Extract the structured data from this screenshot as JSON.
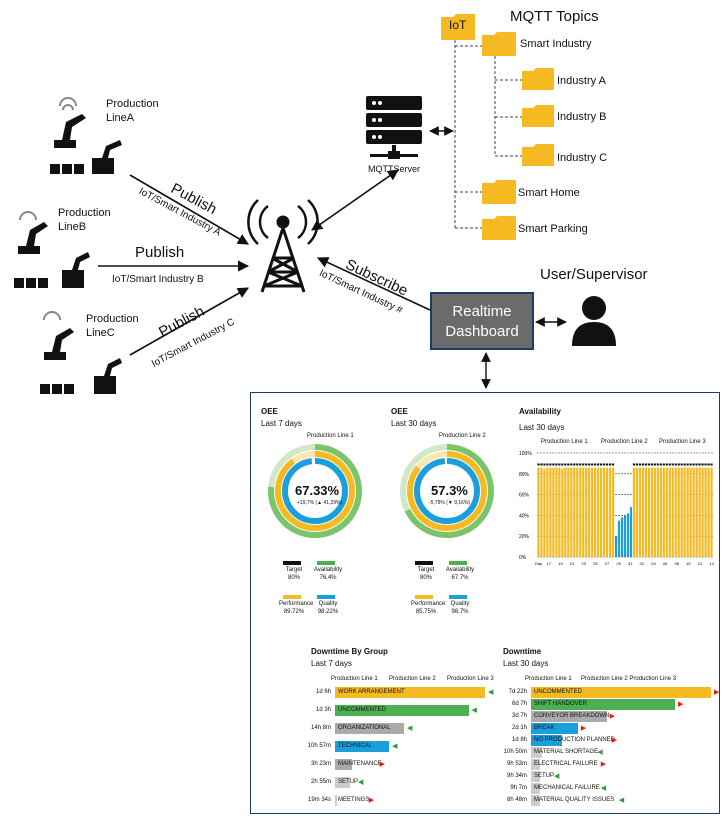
{
  "diagram": {
    "topics_title": "MQTT Topics",
    "tree": {
      "root": "IoT",
      "smart_industry": "Smart Industry",
      "industry_a": "Industry A",
      "industry_b": "Industry B",
      "industry_c": "Industry C",
      "smart_home": "Smart Home",
      "smart_parking": "Smart Parking"
    },
    "server_label": "MQTTServer",
    "line_a": "Production LineA",
    "line_b": "Production LineB",
    "line_c": "Production LineC",
    "publish": "Publish",
    "topic_a": "IoT/Smart Industry A",
    "topic_b": "IoT/Smart Industry B",
    "topic_c": "IoT/Smart Industry C",
    "subscribe": "Subscribe",
    "topic_sub": "IoT/Smart Industry #",
    "dashboard_l1": "Realtime",
    "dashboard_l2": "Dashboard",
    "user_label": "User/Supervisor"
  },
  "dashboard": {
    "oee7": {
      "title": "OEE",
      "subtitle": "Last 7 days",
      "line": "Production Line 1",
      "value": "67.33%",
      "delta": "+19,7% (▲ 41,29%)",
      "legend": [
        {
          "name": "Target",
          "value": "80%",
          "color": "#111111"
        },
        {
          "name": "Availability",
          "value": "76,4%",
          "color": "#4caf50"
        },
        {
          "name": "Performance",
          "value": "89.72%",
          "color": "#f5b921"
        },
        {
          "name": "Quality",
          "value": "98.22%",
          "color": "#1a9fdb"
        }
      ]
    },
    "oee30": {
      "title": "OEE",
      "subtitle": "Last 30 days",
      "line": "Production Line 2",
      "value": "57.3%",
      "delta": "-5,78% (▼ 9,16%)",
      "legend": [
        {
          "name": "Target",
          "value": "80%",
          "color": "#111111"
        },
        {
          "name": "Availability",
          "value": "67.7%",
          "color": "#4caf50"
        },
        {
          "name": "Performance",
          "value": "85,75%",
          "color": "#f5b921"
        },
        {
          "name": "Quality",
          "value": "98,7%",
          "color": "#1a9fdb"
        }
      ]
    },
    "availability": {
      "title": "Availability",
      "subtitle": "Last 30 days",
      "lines": [
        "Production Line 1",
        "Production Line 2",
        "Production Line 3"
      ],
      "y_ticks": [
        "100%",
        "80%",
        "60%",
        "40%",
        "20%",
        "0%"
      ],
      "x_ticks": [
        "Day",
        "17",
        "19",
        "21",
        "23",
        "25",
        "27",
        "29",
        "31",
        "02",
        "04",
        "06",
        "08",
        "10",
        "12",
        "14"
      ]
    },
    "downtime_group": {
      "title": "Downtime By Group",
      "subtitle": "Last 7 days",
      "lines": [
        "Production Line 1",
        "Production Line 2",
        "Production Line 3"
      ]
    },
    "downtime": {
      "title": "Downtime",
      "subtitle": "Last 30 days",
      "lines": [
        "Production Line 1",
        "Production Line 2 Production Line 3"
      ]
    }
  },
  "chart_data": [
    {
      "type": "bar",
      "title": "Availability",
      "subtitle": "Last 30 days",
      "ylim": [
        0,
        100
      ],
      "values": [
        86,
        86,
        85,
        86,
        86,
        86,
        86,
        86,
        85,
        86,
        86,
        86,
        86,
        86,
        86,
        86,
        86,
        86,
        86,
        86,
        86,
        86,
        86,
        86,
        86,
        86,
        20,
        35,
        38,
        40,
        42,
        48,
        86,
        86,
        86,
        86,
        86,
        86,
        86,
        86,
        86,
        86,
        86,
        86,
        86,
        86,
        86,
        86,
        86,
        86,
        86,
        86,
        86,
        86,
        86,
        86,
        86,
        86,
        86
      ],
      "markers": 88,
      "colors": {
        "normal": "#f5b921",
        "low": "#1a9fdb",
        "marker": "#111111"
      }
    },
    {
      "type": "bar",
      "title": "Downtime By Group",
      "subtitle": "Last 7 days",
      "categories": [
        "WORK ARRANGEMENT",
        "UNCOMMENTED",
        "ORGANIZATIONAL",
        "TECHNICAL",
        "MAINTENANCE",
        "SETUP",
        "MEETINGS"
      ],
      "labels": [
        "1d 6h",
        "1d 3h",
        "14h 8m",
        "10h 57m",
        "3h 23m",
        "2h 55m",
        "19m 34s"
      ],
      "values": [
        1.0,
        0.89,
        0.46,
        0.36,
        0.11,
        0.1,
        0.01
      ],
      "colors": [
        "#f5b921",
        "#4caf50",
        "#aaaaaa",
        "#1a9fdb",
        "#aaaaaa",
        "#cccccc",
        "#cccccc"
      ],
      "trend": [
        "up",
        "up",
        "up",
        "up",
        "down",
        "up",
        "down"
      ]
    },
    {
      "type": "bar",
      "title": "Downtime",
      "subtitle": "Last 30 days",
      "categories": [
        "UNCOMMENTED",
        "SHIFT HANDOVER",
        "CONVEYOR BREAKDOWN",
        "BREAK",
        "NO PRODUCTION PLANNED",
        "MATERIAL SHORTAGE",
        "ELECTRICAL FAILURE",
        "SETUP",
        "MECHANICAL FAILURE",
        "MATERIAL QUALITY ISSUES"
      ],
      "labels": [
        "7d 22h",
        "6d 7h",
        "3d 7h",
        "2d 1h",
        "1d 8h",
        "10h 50m",
        "9h 53m",
        "9h 34m",
        "9h 7m",
        "8h 48m"
      ],
      "values": [
        1.0,
        0.8,
        0.42,
        0.26,
        0.17,
        0.06,
        0.05,
        0.05,
        0.05,
        0.05
      ],
      "colors": [
        "#f5b921",
        "#4caf50",
        "#aaaaaa",
        "#1a9fdb",
        "#1a9fdb",
        "#cccccc",
        "#cccccc",
        "#cccccc",
        "#cccccc",
        "#cccccc"
      ],
      "trend": [
        "down",
        "down",
        "down",
        "down",
        "down",
        "up",
        "down",
        "up",
        "up",
        "up"
      ]
    }
  ]
}
